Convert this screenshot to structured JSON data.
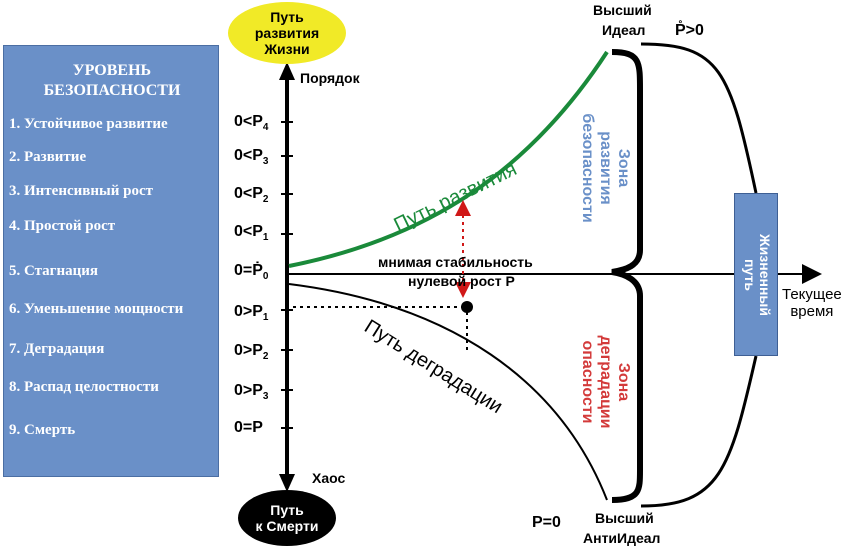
{
  "left_panel": {
    "title_line1": "УРОВЕНЬ",
    "title_line2": "БЕЗОПАСНОСТИ",
    "levels": [
      "1. Устойчивое развитие",
      "2. Развитие",
      "3. Интенсивный рост",
      "4. Простой рост",
      "5. Стагнация",
      "6. Уменьшение мощности",
      "7. Деградация",
      "8. Распад целостности",
      "9. Смерть"
    ]
  },
  "axis": {
    "top_oval_line1": "Путь",
    "top_oval_line2": "развития",
    "top_oval_line3": "Жизни",
    "bottom_oval_line1": "Путь",
    "bottom_oval_line2": "к Смерти",
    "order_label": "Порядок",
    "chaos_label": "Хаос",
    "time_label_line1": "Текущее",
    "time_label_line2": "время"
  },
  "levels_p": [
    {
      "pre": "0<P",
      "sub": "4"
    },
    {
      "pre": "0<P",
      "sub": "3"
    },
    {
      "pre": "0<P",
      "sub": "2"
    },
    {
      "pre": "0<P",
      "sub": "1"
    },
    {
      "pre": "0=Ṗ",
      "sub": "0"
    },
    {
      "pre": "0>P",
      "sub": "1"
    },
    {
      "pre": "0>P",
      "sub": "2"
    },
    {
      "pre": "0>P",
      "sub": "3"
    },
    {
      "pre": "0=P",
      "sub": ""
    }
  ],
  "curves": {
    "development_path": "Путь развития",
    "degradation_path": "Путь деградации",
    "stability_line1": "мнимая стабильность",
    "stability_line2": "нулевой рост P"
  },
  "top_right": {
    "ideal_line1": "Высший",
    "ideal_line2": "Идеал",
    "p_condition": "P̊>0"
  },
  "bottom_right": {
    "p_zero": "P=0",
    "anti_line1": "Высший",
    "anti_line2": "АнтиИдеал"
  },
  "zones": {
    "safety_line1": "Зона",
    "safety_line2": "развития",
    "safety_line3": "безопасности",
    "danger_line1": "Зона",
    "danger_line2": "деградации",
    "danger_line3": "опасности"
  },
  "lifeline": {
    "line1": "Жизненный",
    "line2": "путь"
  },
  "colors": {
    "panel": "#6a90c8",
    "development": "#1a8a3a",
    "safety_text": "#6a90c8",
    "danger_text": "#d33a3a",
    "arrow_red": "#d01818",
    "oval_yellow": "#f1ea27"
  }
}
